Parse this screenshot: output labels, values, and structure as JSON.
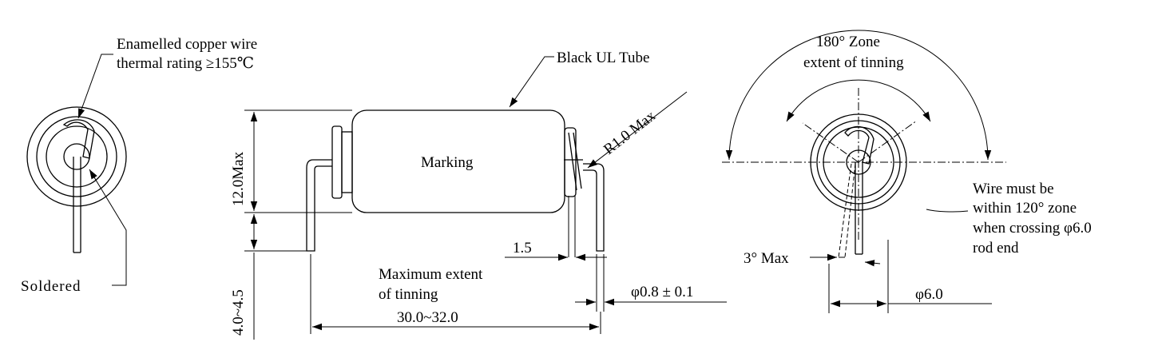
{
  "left_view": {
    "wire_note_line1": "Enamelled copper wire",
    "wire_note_line2": "thermal rating ≥155℃",
    "soldered_label": "Soldered"
  },
  "side_view": {
    "tube_label": "Black UL Tube",
    "marking_label": "Marking",
    "radius_label": "R1.0 Max",
    "height_dim": "12.0Max",
    "lead_dim": "4.0~4.5",
    "gap_dim": "1.5",
    "tinning_line1": "Maximum extent",
    "tinning_line2": "of tinning",
    "wire_dia_dim": "φ0.8 ± 0.1",
    "length_dim": "30.0~32.0"
  },
  "end_view": {
    "zone_line1": "180°  Zone",
    "zone_line2": "extent of tinning",
    "wire_rule_line1": "Wire must be",
    "wire_rule_line2": "within 120°  zone",
    "wire_rule_line3": "when crossing φ6.0",
    "wire_rule_line4": "rod end",
    "angle_label": "3°  Max",
    "rod_dim": "φ6.0"
  }
}
